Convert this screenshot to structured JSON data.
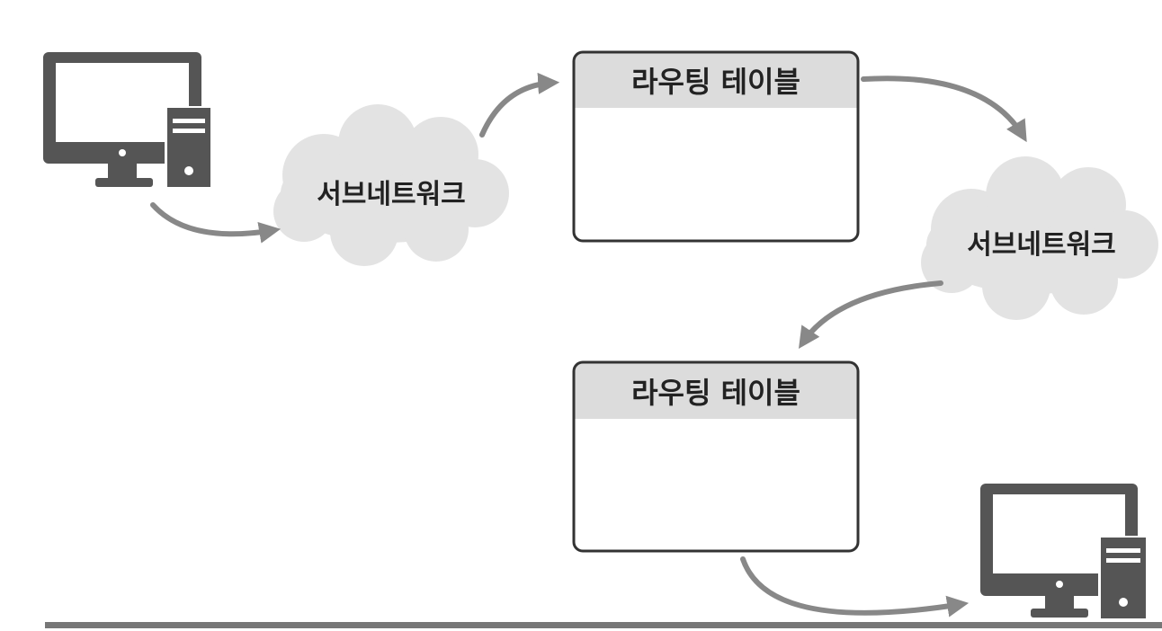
{
  "colors": {
    "background": "#ffffff",
    "device_fill": "#555555",
    "cloud_fill": "#e3e3e3",
    "table_header_fill": "#dcdcdc",
    "table_border": "#333333",
    "arrow": "#888888",
    "baseline": "#777777",
    "text": "#222222"
  },
  "icons": {
    "source": "desktop-computer-icon",
    "destination": "desktop-computer-icon"
  },
  "nodes": {
    "cloud_1": {
      "label": "서브네트워크"
    },
    "cloud_2": {
      "label": "서브네트워크"
    },
    "table_1": {
      "title": "라우팅 테이블"
    },
    "table_2": {
      "title": "라우팅 테이블"
    }
  }
}
